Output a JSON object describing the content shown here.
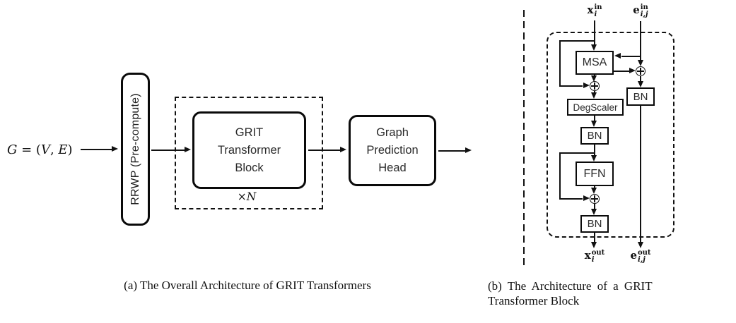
{
  "figure_a": {
    "input_label": {
      "g": "G",
      "eq": " = (",
      "v": "V",
      "sep": ", ",
      "e": "E",
      "close": ")"
    },
    "rrwp_label": "RRWP (Pre-compute)",
    "block_lines": [
      "GRIT",
      "Transformer",
      "Block"
    ],
    "repeat": {
      "times": "×",
      "var": "N"
    },
    "head_lines": [
      "Graph",
      "Prediction",
      "Head"
    ],
    "caption": "(a) The Overall Architecture of GRIT Transformers"
  },
  "figure_b": {
    "inputs": {
      "node": {
        "base": "x",
        "sup": "in",
        "sub": "i"
      },
      "edge": {
        "base": "e",
        "sup": "in",
        "sub": "i,j"
      }
    },
    "outputs": {
      "node": {
        "base": "x",
        "sup": "out",
        "sub": "i"
      },
      "edge": {
        "base": "e",
        "sup": "out",
        "sub": "i,j"
      }
    },
    "blocks": {
      "msa": "MSA",
      "edge_bn": "BN",
      "deg_scaler": "DegScaler",
      "bn_after_deg": "BN",
      "ffn": "FFN",
      "bn_final": "BN"
    },
    "caption_line1": "(b) The Architecture of a GRIT",
    "caption_line2": "Transformer Block"
  },
  "colors": {
    "line": "#111111",
    "box_text": "#2a2a2a",
    "background": "#ffffff"
  }
}
